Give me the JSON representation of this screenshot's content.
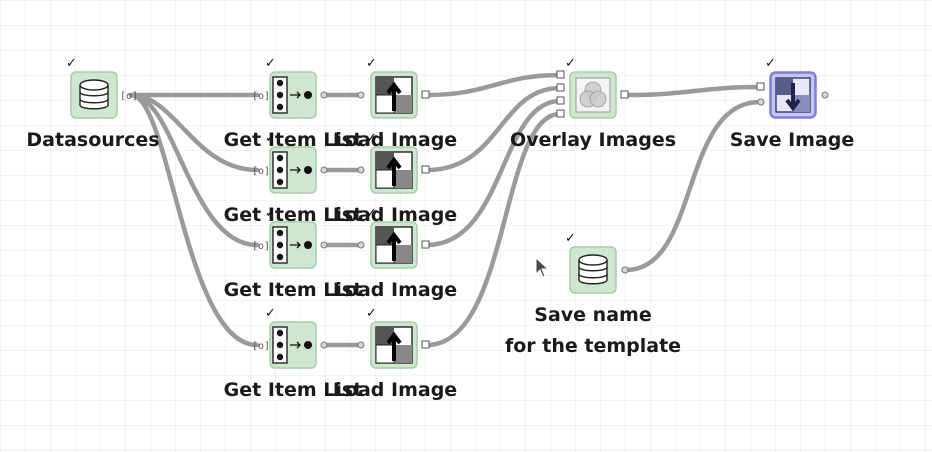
{
  "nodes": {
    "datasources": {
      "label": "Datasources",
      "status": "✓"
    },
    "get_item_1": {
      "label": "Get Item List",
      "status": "✓"
    },
    "get_item_2": {
      "label": "Get Item List",
      "status": "✓"
    },
    "get_item_3": {
      "label": "Get Item List",
      "status": "✓"
    },
    "get_item_4": {
      "label": "Get Item List",
      "status": "✓"
    },
    "load_image_1": {
      "label": "Load Image",
      "status": "✓"
    },
    "load_image_2": {
      "label": "Load Image",
      "status": "✓"
    },
    "load_image_3": {
      "label": "Load Image",
      "status": "✓"
    },
    "load_image_4": {
      "label": "Load Image",
      "status": "✓"
    },
    "overlay_images": {
      "label": "Overlay Images",
      "status": "✓"
    },
    "save_image": {
      "label": "Save Image",
      "status": "✓"
    },
    "save_name": {
      "label_line1": "Save name",
      "label_line2": "for the template",
      "status": "✓"
    }
  },
  "colors": {
    "node_fill": "#cfe6cf",
    "node_border": "#a9cca9",
    "selected_fill": "#c4c6ef",
    "selected_border": "#7c7fe0",
    "wire": "#9a9a9a",
    "background": "#ffffff"
  },
  "icons": {
    "datasources": "database-icon",
    "get_item": "list-pick-icon",
    "load_image": "load-image-arrow-icon",
    "overlay": "overlay-circles-icon",
    "save_image": "save-image-arrow-icon",
    "save_name": "database-icon"
  }
}
